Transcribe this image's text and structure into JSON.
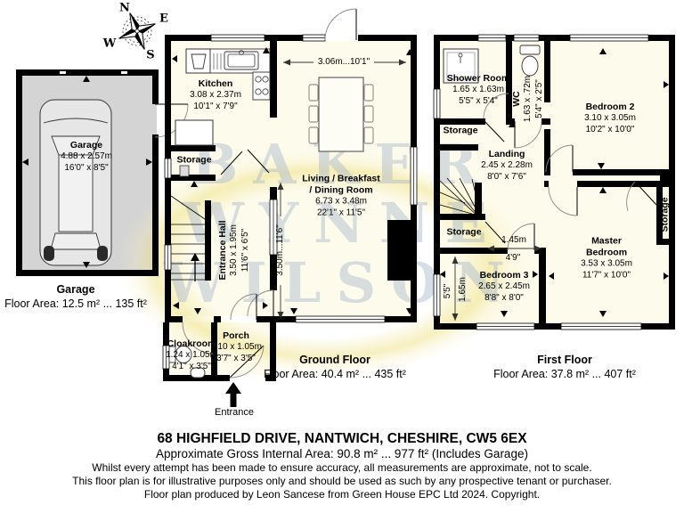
{
  "compass": {
    "n": "N",
    "e": "E",
    "s": "S",
    "w": "W"
  },
  "watermark": {
    "lines": [
      "BAKER",
      "WYNNE",
      "WILSON"
    ]
  },
  "garage_plan": {
    "label": "Garage",
    "metric": "4.88 x 2.57m",
    "imperial": "16'0\" x 8'5\"",
    "caption_title": "Garage",
    "caption_area": "Floor Area: 12.5 m² ... 135 ft²"
  },
  "ground_floor": {
    "caption_title": "Ground Floor",
    "caption_area": "Floor Area: 40.4 m² ... 435 ft²",
    "kitchen": {
      "label": "Kitchen",
      "metric": "3.08 x 2.37m",
      "imperial": "10'1\" x 7'9\""
    },
    "living": {
      "label1": "Living / Breakfast",
      "label2": "/ Dining Room",
      "metric": "6.73 x 3.48m",
      "imperial": "22'1\" x 11'5\""
    },
    "entrance_hall": {
      "label": "Entrance Hall",
      "metric": "3.50 x 1.95m",
      "imperial": "11'6\" x 6'5\""
    },
    "storage": {
      "label": "Storage"
    },
    "cloakroom": {
      "label": "Cloakroom",
      "metric": "1.24 x 1.05m",
      "imperial": "4'1\" x 3'5\""
    },
    "porch": {
      "label": "Porch",
      "metric": "1.10 x 1.05m",
      "imperial": "3'7\" x 3'5\""
    },
    "entrance_label": "Entrance",
    "dim_width": "3.06m...10'1\"",
    "dim_height": "3.50m...11'6\""
  },
  "first_floor": {
    "caption_title": "First Floor",
    "caption_area": "Floor Area: 37.8 m² ... 407 ft²",
    "shower_room": {
      "label": "Shower Room",
      "metric": "1.65 x 1.63m",
      "imperial": "5'5\" x 5'4\""
    },
    "wc": {
      "label": "WC",
      "metric": "1.63 x .72m",
      "imperial": "5'4\" x 2'5\""
    },
    "bedroom2": {
      "label": "Bedroom 2",
      "metric": "3.10 x 3.05m",
      "imperial": "10'2\" x 10'0\""
    },
    "landing": {
      "label": "Landing",
      "metric": "2.45 x 2.28m",
      "imperial": "8'0\" x 7'6\""
    },
    "storage_top": {
      "label": "Storage"
    },
    "storage_mid": {
      "label": "Storage"
    },
    "storage_master": {
      "label": "Storage"
    },
    "bedroom3": {
      "label": "Bedroom 3",
      "metric": "2.65 x 2.45m",
      "imperial": "8'8\" x 8'0\""
    },
    "master": {
      "label1": "Master",
      "label2": "Bedroom",
      "metric": "3.53 x 3.05m",
      "imperial": "11'7\" x 10'0\""
    },
    "dim_w_metric": "1.45m",
    "dim_w_imperial": "4'9\"",
    "dim_h_metric": "1.65m",
    "dim_h_imperial": "5'5\""
  },
  "footer": {
    "address": "68 HIGHFIELD DRIVE, NANTWICH, CHESHIRE, CW5 6EX",
    "gross_area": "Approximate Gross Internal Area: 90.8 m² ... 977 ft² (Includes Garage)",
    "disclaimer1": "Whilst every attempt has been made to ensure accuracy, all measurements are approximate, not to scale.",
    "disclaimer2": "This floor plan is for illustrative purposes only and should be used as such by any prospective tenant or purchaser.",
    "disclaimer3": "Floor plan produced by Leon Sancese from Green House EPC Ltd 2024. Copyright."
  },
  "colors": {
    "wall": "#000000",
    "garage_fill": "#d4d4d4",
    "floor_fill": "#fdfbec",
    "watermark": "#a8b6cc",
    "glow": "#eee080"
  }
}
